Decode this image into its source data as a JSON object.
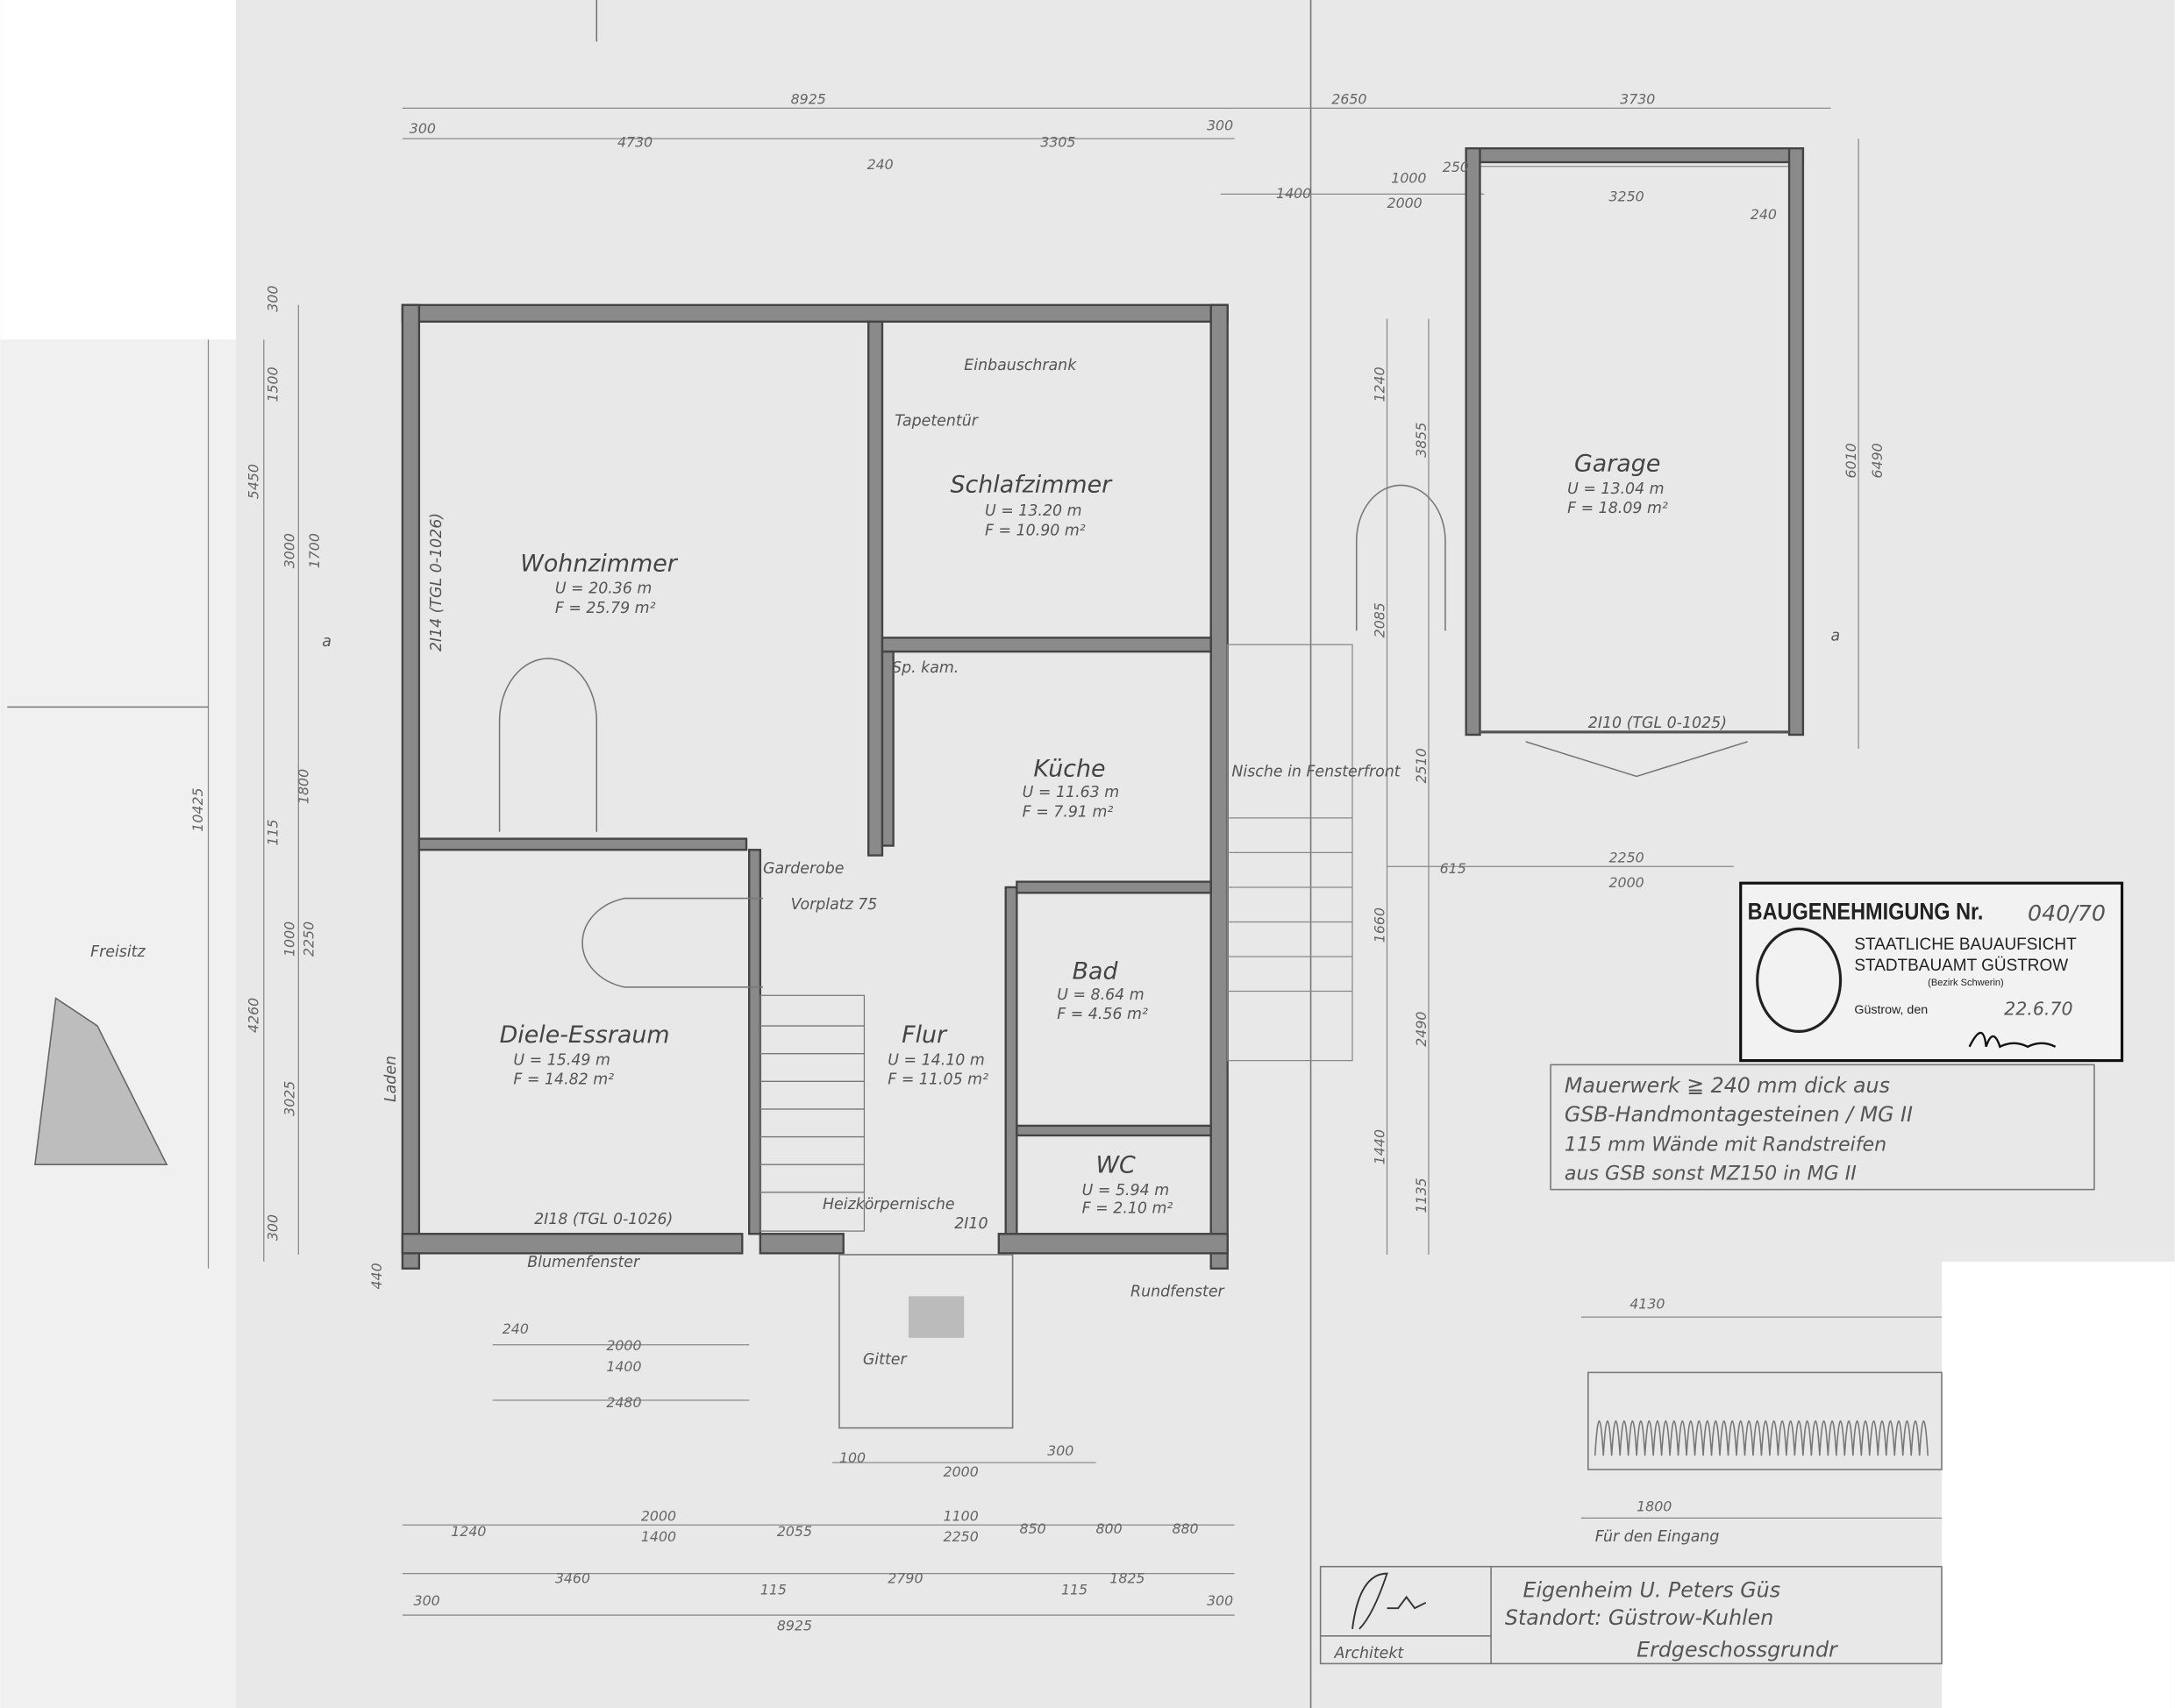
{
  "rooms": {
    "wohnzimmer": {
      "name": "Wohnzimmer",
      "u": "U = 20.36 m",
      "f": "F = 25.79 m²"
    },
    "schlafzimmer": {
      "name": "Schlafzimmer",
      "u": "U = 13.20 m",
      "f": "F = 10.90 m²"
    },
    "kueche": {
      "name": "Küche",
      "u": "U = 11.63 m",
      "f": "F = 7.91 m²"
    },
    "diele": {
      "name": "Diele-Essraum",
      "u": "U = 15.49 m",
      "f": "F = 14.82 m²"
    },
    "flur": {
      "name": "Flur",
      "u": "U = 14.10 m",
      "f": "F = 11.05 m²"
    },
    "bad": {
      "name": "Bad",
      "u": "U = 8.64 m",
      "f": "F = 4.56 m²"
    },
    "wc": {
      "name": "WC",
      "u": "U = 5.94 m",
      "f": "F = 2.10 m²"
    },
    "garage": {
      "name": "Garage",
      "u": "U = 13.04 m",
      "f": "F = 18.09 m²"
    }
  },
  "labels": {
    "einbauschrank": "Einbauschrank",
    "tapetentuer": "Tapetentür",
    "speisekammer": "Sp. kam.",
    "garderobe": "Garderobe",
    "vorplatz": "Vorplatz 75",
    "freisitz": "Freisitz",
    "laden": "Laden",
    "blumenfenster": "Blumenfenster",
    "rundfenster": "Rundfenster",
    "gitter": "Gitter",
    "nische": "Nische in Fensterfront",
    "lintel_wohn": "2I14 (TGL 0-1026)",
    "lintel_diele": "2I18 (TGL 0-1026)",
    "lintel_garage": "2I10 (TGL 0-1025)",
    "lintel_flur": "2I10",
    "fuer_eingang": "Für den Eingang",
    "section_a": "a",
    "heizung": "Heizkörpernische"
  },
  "dimensions": {
    "top": [
      "8925",
      "300",
      "4730",
      "240",
      "3305",
      "300",
      "2650",
      "3730",
      "1400",
      "1000",
      "2000",
      "250",
      "3250",
      "240"
    ],
    "bottom": [
      "1240",
      "2000",
      "1400",
      "2055",
      "1100",
      "2250",
      "850",
      "800",
      "880",
      "3460",
      "115",
      "2790",
      "115",
      "1825",
      "300",
      "8925",
      "300",
      "2000",
      "1400",
      "2480",
      "100",
      "2000",
      "300",
      "240"
    ],
    "left": [
      "300",
      "1500",
      "5450",
      "3000",
      "1700",
      "10425",
      "1800",
      "115",
      "1000",
      "2250",
      "4260",
      "3025",
      "300",
      "440"
    ],
    "right": [
      "6010",
      "6490",
      "2250",
      "2000",
      "615",
      "4130",
      "1800",
      "1240",
      "3855",
      "2085",
      "2510",
      "1660",
      "2490",
      "1440",
      "1135"
    ]
  },
  "stamp": {
    "title": "BAUGENEHMIGUNG Nr.",
    "number": "040/70",
    "line1": "STAATLICHE BAUAUFSICHT",
    "line2": "STADTBAUAMT GÜSTROW",
    "line3": "(Bezirk Schwerin)",
    "place_date_label": "Güstrow, den",
    "date": "22.6.70"
  },
  "notes": [
    "Mauerwerk ≧ 240 mm dick aus",
    "GSB-Handmontagesteinen / MG II",
    "115 mm Wände mit Randstreifen",
    "aus GSB sonst MZ150 in MG II"
  ],
  "title_block": {
    "architect_label": "Architekt",
    "line1": "Eigenheim U. Peters Güs",
    "line2": "Standort: Güstrow-Kuhlen",
    "line3": "Erdgeschossgrundr"
  }
}
